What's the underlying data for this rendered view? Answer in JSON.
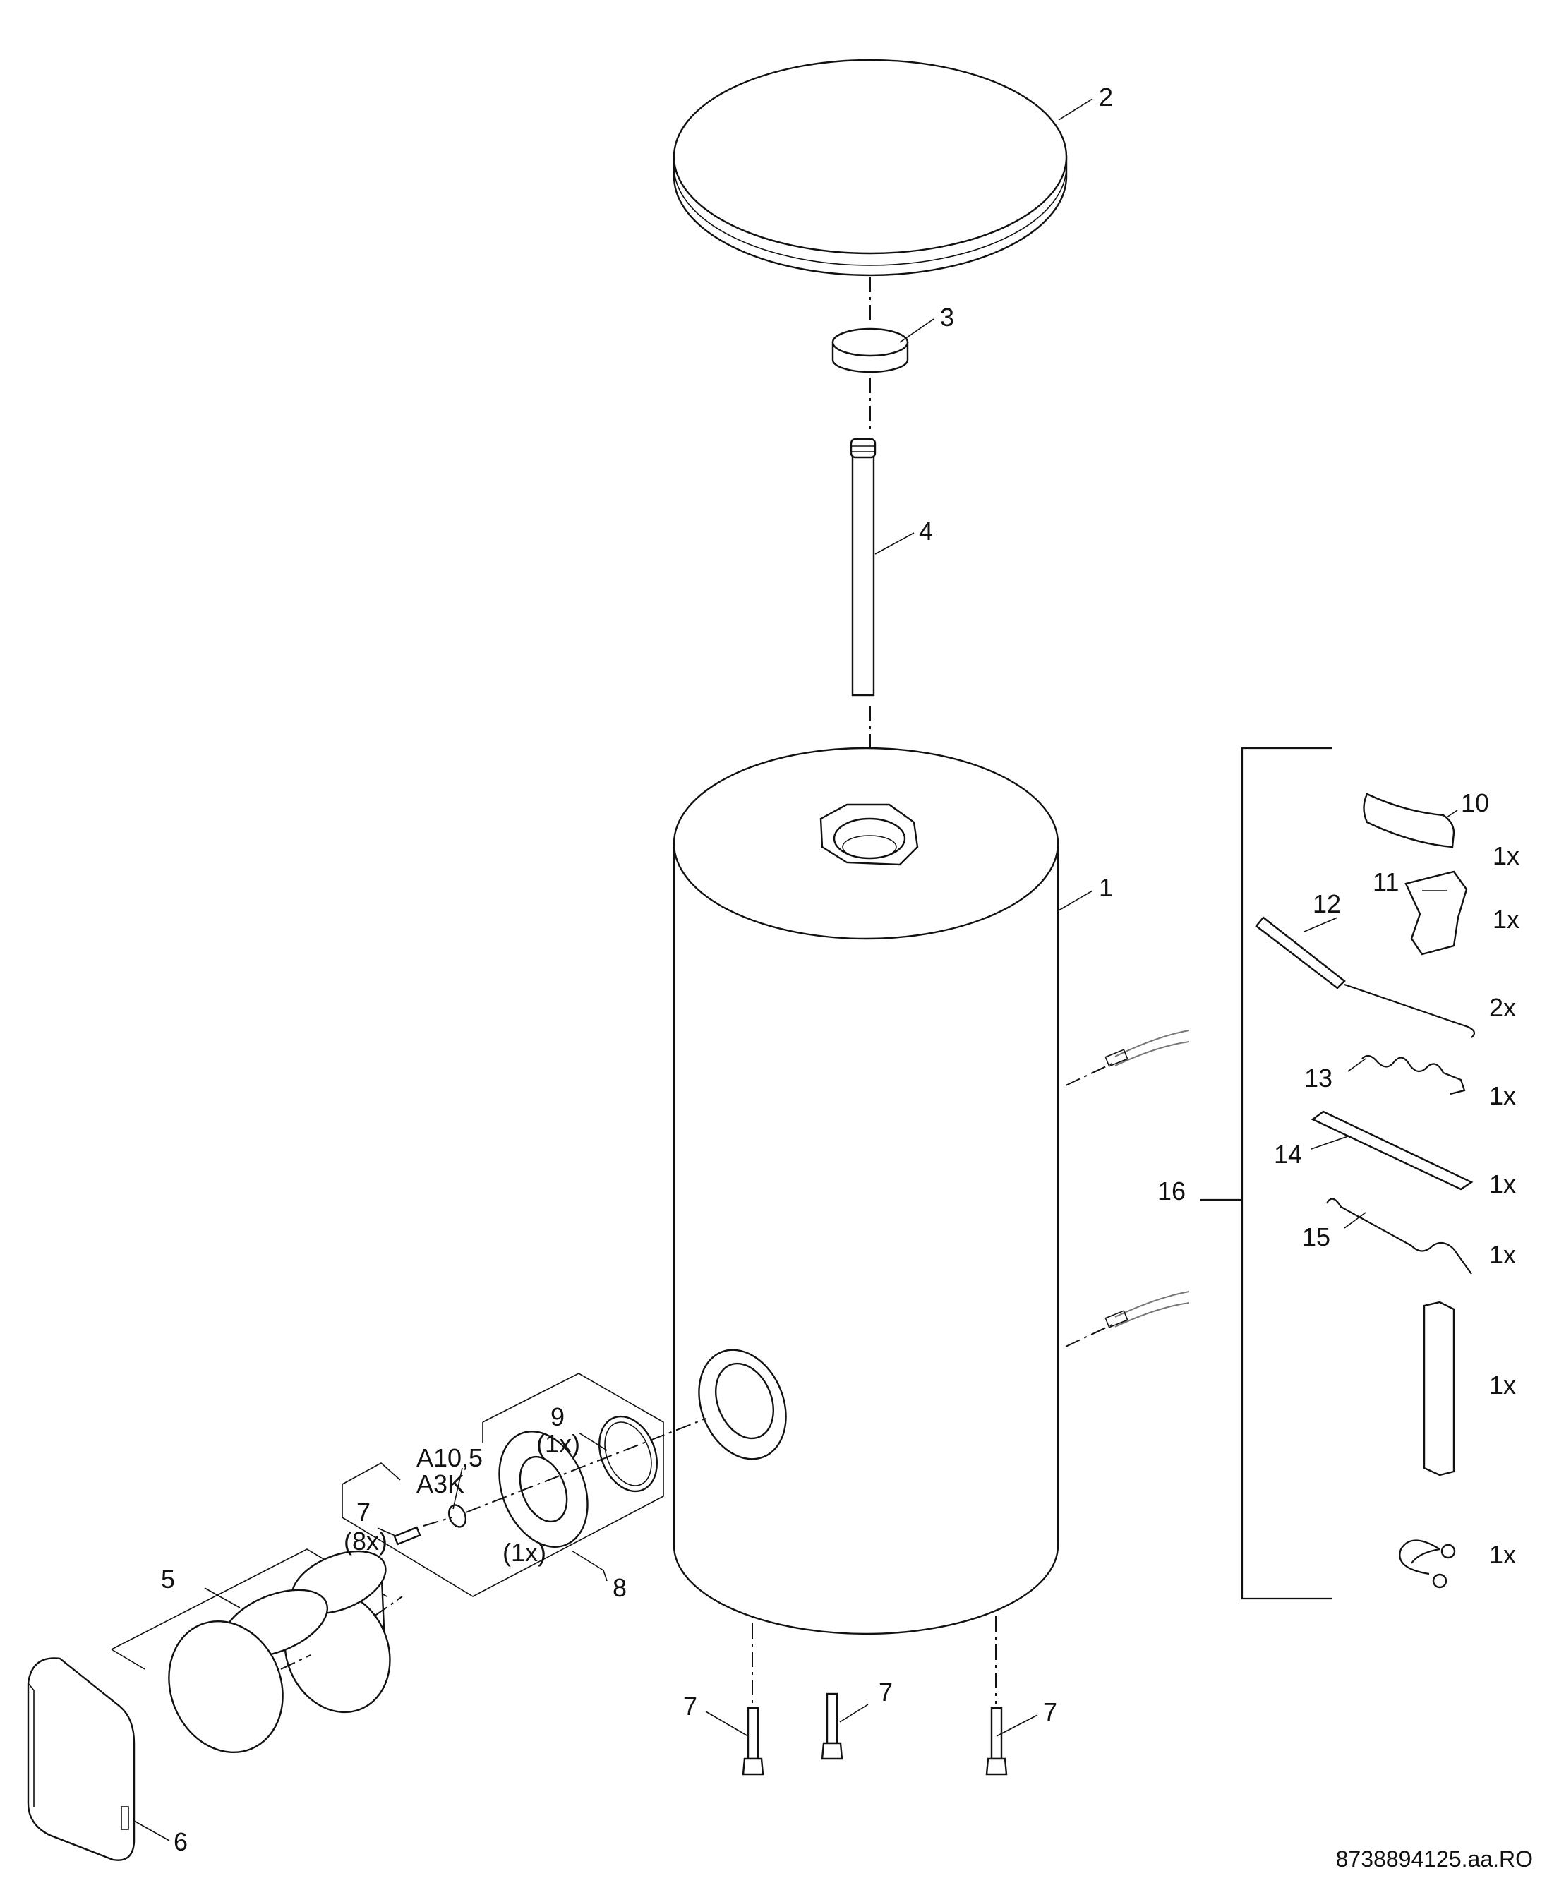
{
  "drawing": {
    "document_code": "8738894125.aa.RO",
    "callouts": {
      "c1": "1",
      "c2": "2",
      "c3": "3",
      "c4": "4",
      "c5": "5",
      "c6": "6",
      "c7a": "7",
      "c7b": "7",
      "c7c": "7",
      "c7d": "7",
      "c8": "8",
      "c9": "9",
      "c10": "10",
      "c11": "11",
      "c12": "12",
      "c13": "13",
      "c14": "14",
      "c15": "15",
      "c16": "16"
    },
    "annotations": {
      "c7_qty": "(8x)",
      "c9_qty": "(1x)",
      "flange_qty": "(1x)",
      "anode_line1": "A10,5",
      "anode_line2": "A3K"
    },
    "kit_quantities": {
      "q10": "1x",
      "q11": "1x",
      "q12": "2x",
      "q13": "1x",
      "q14": "1x",
      "q15": "1x",
      "q_strip": "1x",
      "q_clip": "1x"
    }
  }
}
